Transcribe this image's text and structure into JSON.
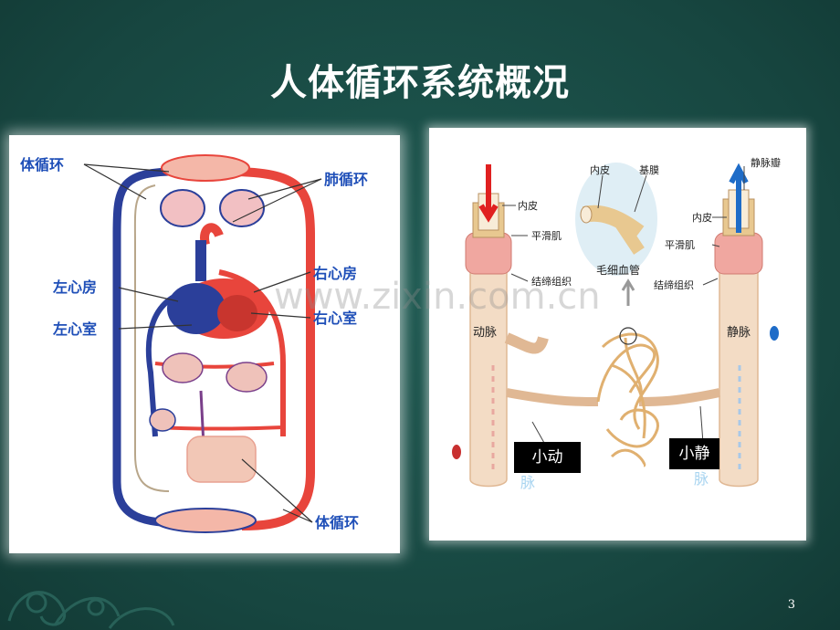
{
  "title": "人体循环系统概况",
  "page_number": "3",
  "watermark": "www.zixin.com.cn",
  "left_diagram": {
    "labels": {
      "systemic_top": "体循环",
      "pulmonary": "肺循环",
      "left_atrium": "左心房",
      "right_atrium": "右心房",
      "left_ventricle": "左心室",
      "right_ventricle": "右心室",
      "systemic_bottom": "体循环"
    }
  },
  "right_diagram": {
    "labels": {
      "endothelium_left": "内皮",
      "smooth_muscle_left": "平滑肌",
      "connective_left": "结缔组织",
      "artery": "动脉",
      "endothelium_mid": "内皮",
      "basement": "基膜",
      "capillary": "毛细血管",
      "valve": "静脉瓣",
      "endothelium_right": "内皮",
      "smooth_muscle_right": "平滑肌",
      "connective_right": "结缔组织",
      "vein": "静脉",
      "arteriole_faded": "脉",
      "venule_faded": "脉"
    },
    "box_arteriole": "小动",
    "box_venule": "小静"
  },
  "colors": {
    "background": "#174640",
    "artery_red": "#e8453c",
    "vein_blue": "#2b3f9a",
    "label_blue": "#1f4fb8"
  }
}
